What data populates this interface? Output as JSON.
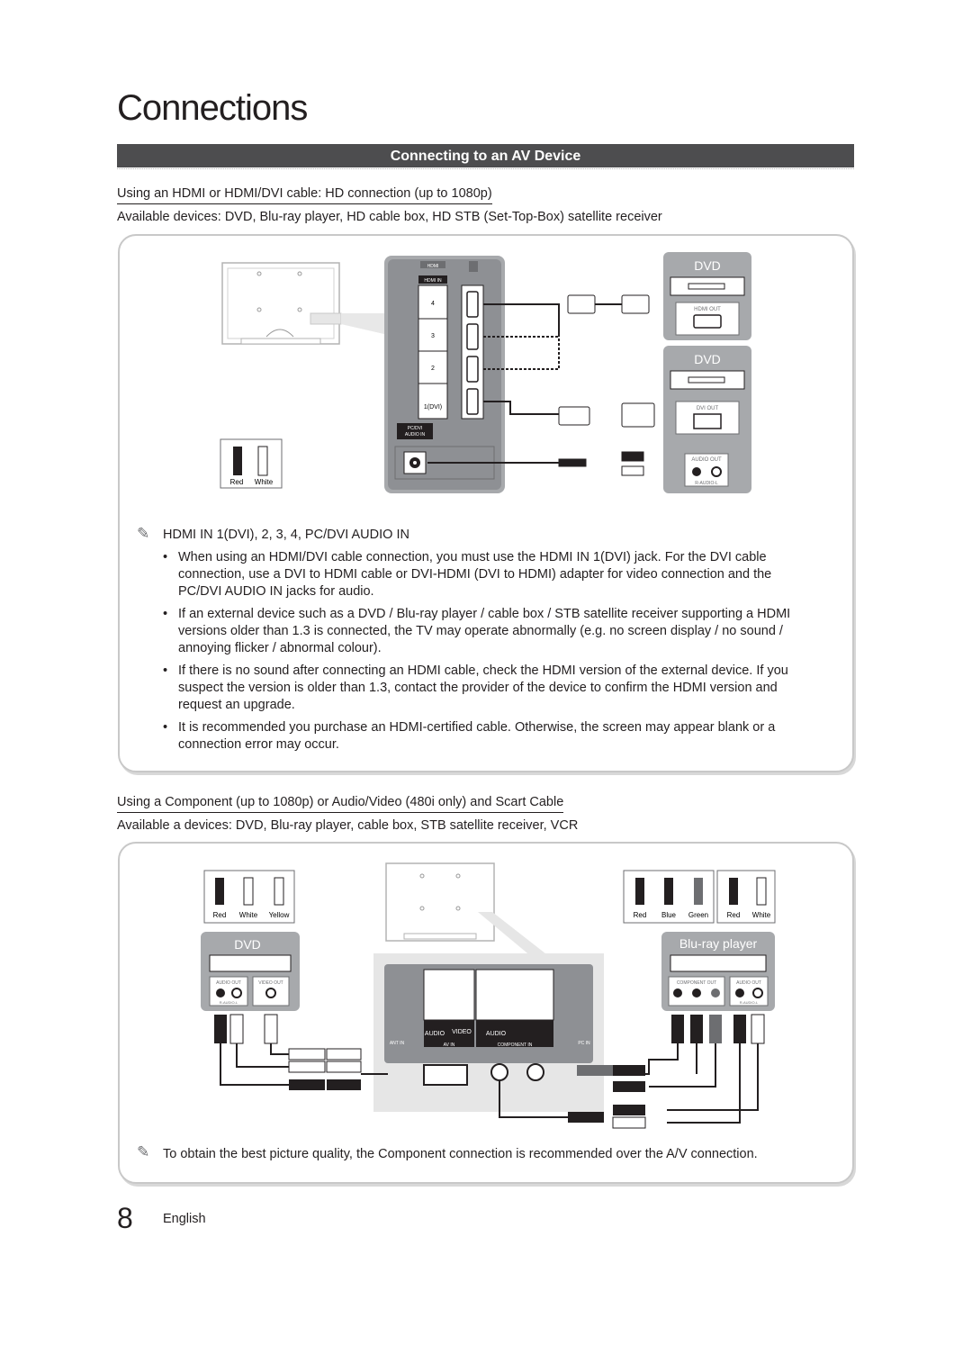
{
  "page": {
    "title": "Connections",
    "section_title": "Connecting to an AV Device",
    "page_number": "8",
    "language": "English"
  },
  "hdmi_section": {
    "heading": "Using an HDMI or HDMI/DVI cable: HD connection (up to 1080p)",
    "available": "Available devices: DVD, Blu-ray player, HD cable box, HD STB (Set-Top-Box) satellite receiver",
    "diagram": {
      "tv_panel_hdmi_label": "HDMI",
      "hdmi_in_label": "HDMI IN",
      "ports": [
        "4",
        "3",
        "2",
        "1(DVI)"
      ],
      "pc_dvi_audio_label_1": "PC/DVI",
      "pc_dvi_audio_label_2": "AUDIO IN",
      "dvd1_label": "DVD",
      "dvd1_port": "HDMI OUT",
      "dvd2_label": "DVD",
      "dvd2_port": "DVI OUT",
      "dvd2_audio": "AUDIO OUT",
      "dvd2_audio_sub": "R-AUDIO-L",
      "cable_red": "Red",
      "cable_white": "White"
    },
    "note_title": "HDMI IN 1(DVI), 2, 3, 4, PC/DVI AUDIO IN",
    "bullets": [
      "When using an HDMI/DVI cable connection, you must use the HDMI IN 1(DVI) jack. For the DVI cable connection, use a DVI to HDMI cable or DVI-HDMI (DVI to HDMI) adapter for video connection and the PC/DVI AUDIO IN jacks for audio.",
      "If an external device such as a DVD / Blu-ray player / cable box / STB satellite receiver supporting a HDMI versions older than 1.3 is connected, the TV may operate abnormally (e.g. no screen display / no sound / annoying flicker / abnormal colour).",
      "If there is no sound after connecting an HDMI cable, check the HDMI version of the external device. If you suspect the version is older than 1.3, contact the provider of the device to confirm the HDMI version and request an upgrade.",
      "It is recommended you purchase an HDMI-certified cable. Otherwise, the screen may appear blank or a connection error may occur."
    ]
  },
  "component_section": {
    "heading": "Using a Component (up to 1080p) or Audio/Video (480i only) and Scart Cable",
    "available": "Available a devices: DVD, Blu-ray player, cable box, STB satellite receiver, VCR",
    "diagram": {
      "left_cables": [
        "Red",
        "White",
        "Yellow"
      ],
      "dvd_label": "DVD",
      "dvd_audio_out": "AUDIO OUT",
      "dvd_video_out": "VIDEO OUT",
      "dvd_audio_sub": "R-AUDIO-L",
      "right_cables_comp": [
        "Red",
        "Blue",
        "Green"
      ],
      "right_cables_audio": [
        "Red",
        "White"
      ],
      "bluray_label": "Blu-ray player",
      "bluray_comp_out": "COMPONENT OUT",
      "bluray_audio_out": "AUDIO OUT",
      "bluray_audio_sub": "R-AUDIO-L",
      "tv_audio": "AUDIO",
      "tv_video": "VIDEO",
      "tv_av_in": "AV IN",
      "tv_audio2": "AUDIO",
      "tv_component_in": "COMPONENT IN",
      "tv_ant_in": "ANT IN",
      "tv_pc_in": "PC IN"
    },
    "note": "To obtain the best picture quality, the Component connection is recommended over the A/V connection."
  },
  "colors": {
    "bar": "#4d4d4f",
    "panel_gray": "#a7a9ac",
    "device_gray": "#a0a2a5",
    "text": "#231f20"
  }
}
